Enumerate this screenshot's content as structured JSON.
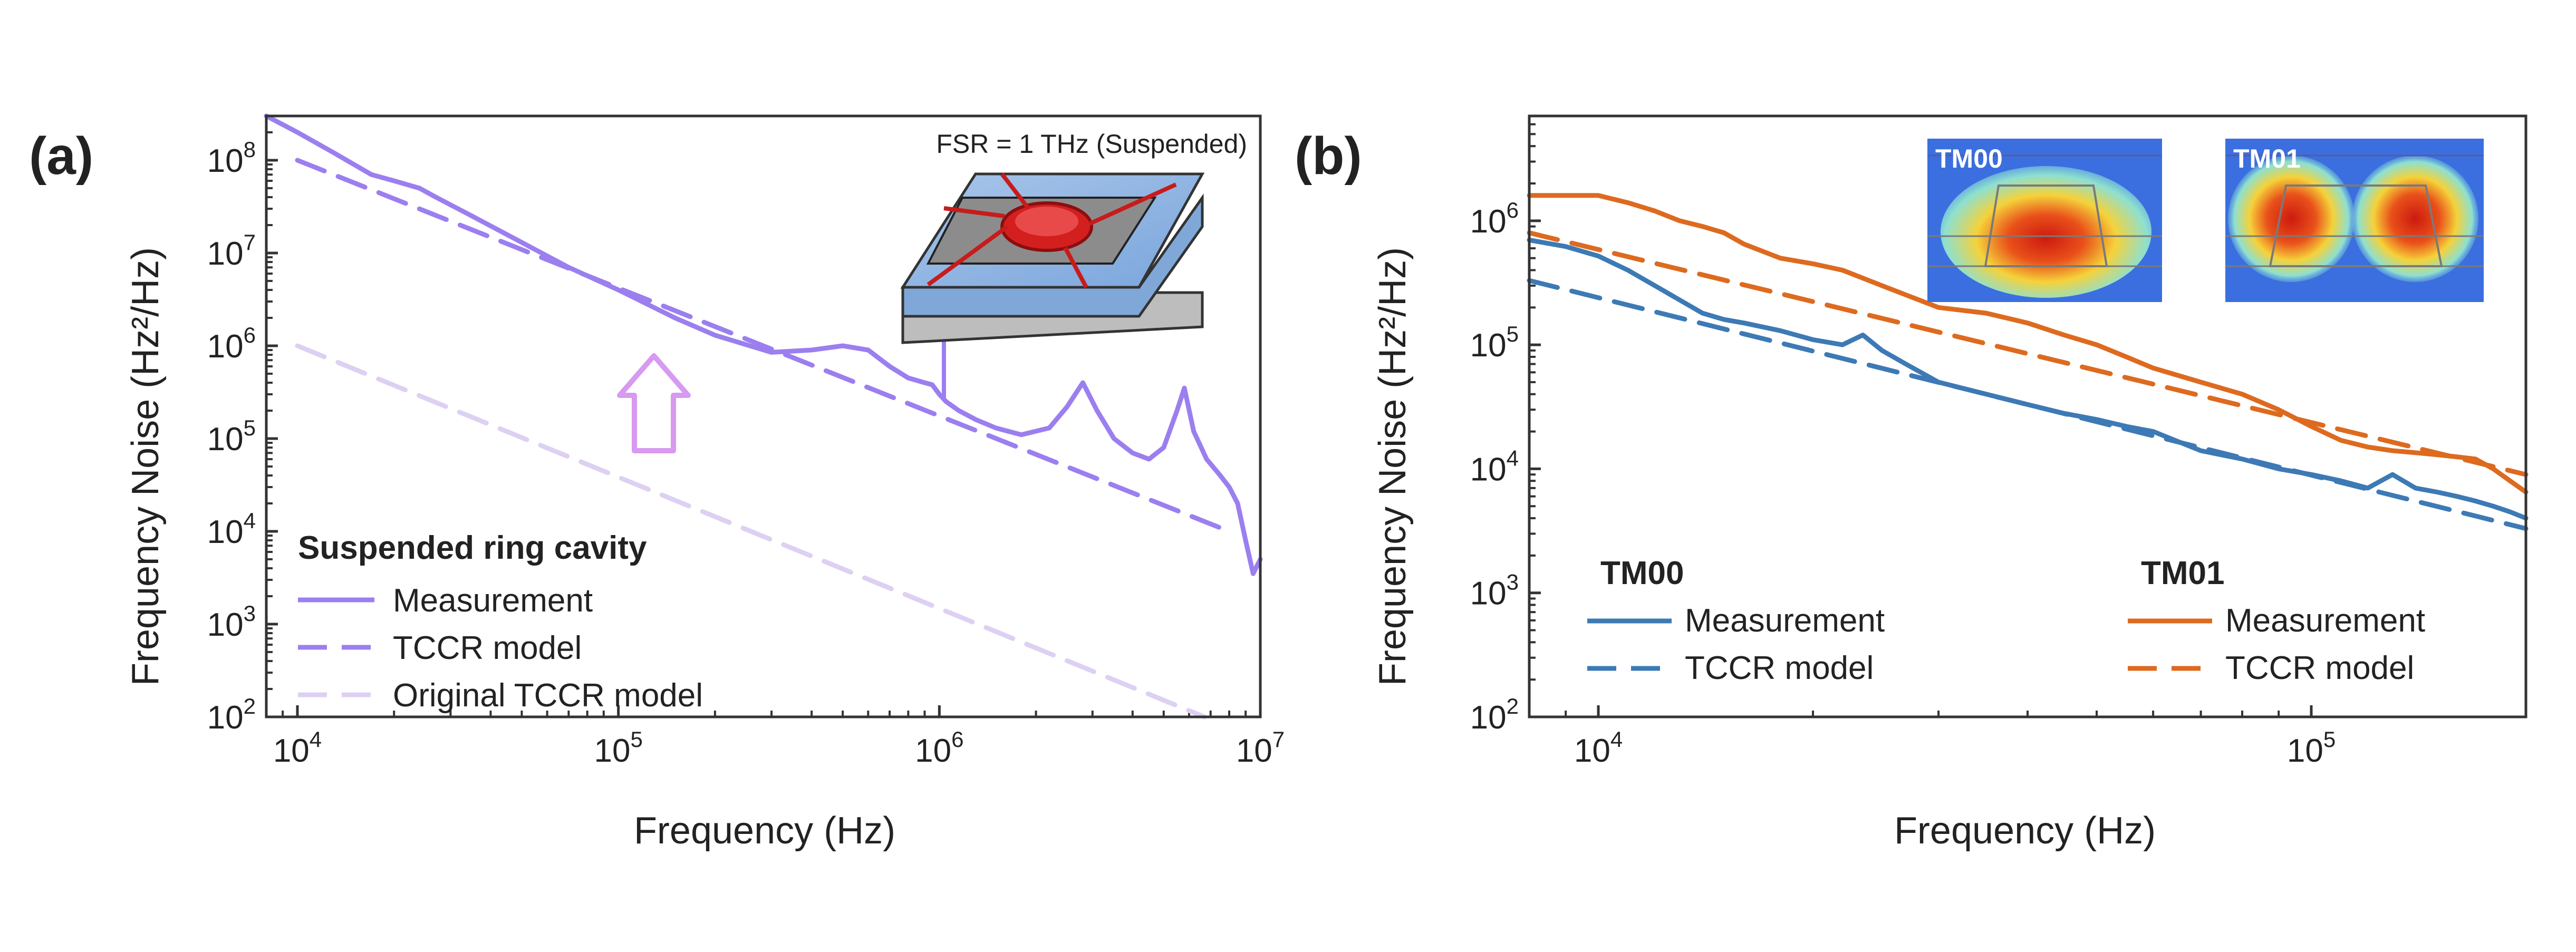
{
  "chart_data": [
    {
      "panel_label": "(a)",
      "type": "line",
      "x_scale": "log",
      "y_scale": "log",
      "xlim": [
        8000,
        10000000
      ],
      "ylim": [
        100,
        300000000
      ],
      "xlabel": "Frequency (Hz)",
      "ylabel": "Frequency Noise (Hz²/Hz)",
      "x_ticks": [
        10000,
        100000,
        1000000,
        10000000
      ],
      "x_tick_labels": [
        {
          "base": "10",
          "exp": "4"
        },
        {
          "base": "10",
          "exp": "5"
        },
        {
          "base": "10",
          "exp": "6"
        },
        {
          "base": "10",
          "exp": "7"
        }
      ],
      "y_ticks": [
        100,
        1000,
        10000,
        100000,
        1000000,
        10000000,
        100000000
      ],
      "y_tick_labels": [
        {
          "base": "10",
          "exp": "2"
        },
        {
          "base": "10",
          "exp": "3"
        },
        {
          "base": "10",
          "exp": "4"
        },
        {
          "base": "10",
          "exp": "5"
        },
        {
          "base": "10",
          "exp": "6"
        },
        {
          "base": "10",
          "exp": "7"
        },
        {
          "base": "10",
          "exp": "8"
        }
      ],
      "grid": false,
      "annotation": "FSR = 1 THz (Suspended)",
      "legend_title": "Suspended ring cavity",
      "legend_position": "bottom-left",
      "series": [
        {
          "name": "Measurement",
          "style": "solid",
          "color": "#9b7fef",
          "x": [
            8000,
            10000,
            13000,
            17000,
            20000,
            24000,
            27000,
            35000,
            50000,
            70000,
            100000,
            150000,
            200000,
            300000,
            400000,
            500000,
            600000,
            700000,
            800000,
            900000,
            950000,
            1000000,
            1050000,
            1150000,
            1300000,
            1500000,
            1800000,
            2200000,
            2500000,
            2800000,
            3100000,
            3500000,
            4000000,
            4500000,
            5000000,
            5500000,
            5800000,
            6200000,
            6800000,
            7500000,
            8000000,
            8500000,
            9000000,
            9500000,
            10000000
          ],
          "y": [
            300000000,
            200000000,
            120000000,
            70000000,
            60000000,
            50000000,
            40000000,
            25000000,
            13000000,
            7000000,
            4000000,
            2000000,
            1300000,
            850000,
            900000,
            1000000,
            900000,
            600000,
            450000,
            400000,
            380000,
            300000,
            250000,
            200000,
            160000,
            130000,
            110000,
            130000,
            220000,
            400000,
            200000,
            100000,
            70000,
            60000,
            80000,
            200000,
            350000,
            120000,
            60000,
            40000,
            30000,
            20000,
            8000,
            3500,
            5000
          ]
        },
        {
          "name": "TCCR model",
          "style": "dashed",
          "color": "#9b7fef",
          "x": [
            10000,
            8000000
          ],
          "y": [
            100000000,
            10000
          ]
        },
        {
          "name": "Original TCCR model",
          "style": "dashed",
          "color": "#ddd0f2",
          "x": [
            10000,
            6700000
          ],
          "y": [
            1000000,
            100
          ]
        }
      ]
    },
    {
      "panel_label": "(b)",
      "type": "line",
      "x_scale": "log",
      "y_scale": "log",
      "xlim": [
        8000,
        200000
      ],
      "ylim": [
        100,
        7000000
      ],
      "xlabel": "Frequency (Hz)",
      "ylabel": "Frequency Noise (Hz²/Hz)",
      "x_ticks": [
        10000,
        100000
      ],
      "x_tick_labels": [
        {
          "base": "10",
          "exp": "4"
        },
        {
          "base": "10",
          "exp": "5"
        }
      ],
      "y_ticks": [
        100,
        1000,
        10000,
        100000,
        1000000
      ],
      "y_tick_labels": [
        {
          "base": "10",
          "exp": "2"
        },
        {
          "base": "10",
          "exp": "3"
        },
        {
          "base": "10",
          "exp": "4"
        },
        {
          "base": "10",
          "exp": "5"
        },
        {
          "base": "10",
          "exp": "6"
        }
      ],
      "grid": false,
      "legend_groups": [
        {
          "title": "TM00",
          "position": "bottom-left"
        },
        {
          "title": "TM01",
          "position": "bottom-right"
        }
      ],
      "inset_labels": [
        "TM00",
        "TM01"
      ],
      "series": [
        {
          "name": "Measurement",
          "group": "TM00",
          "style": "solid",
          "color": "#3d7ab5",
          "x": [
            8000,
            9000,
            10000,
            11000,
            12000,
            13000,
            14000,
            15000,
            16000,
            18000,
            20000,
            22000,
            23500,
            25000,
            27000,
            30000,
            35000,
            40000,
            45000,
            50000,
            55000,
            60000,
            70000,
            80000,
            90000,
            100000,
            110000,
            120000,
            130000,
            140000,
            150000,
            160000,
            170000,
            180000,
            190000,
            200000
          ],
          "y": [
            700000,
            620000,
            520000,
            400000,
            300000,
            230000,
            180000,
            160000,
            150000,
            130000,
            110000,
            100000,
            120000,
            90000,
            70000,
            50000,
            40000,
            33000,
            28000,
            25000,
            22000,
            20000,
            14000,
            12000,
            10000,
            9000,
            8000,
            7000,
            9000,
            7000,
            6500,
            6000,
            5500,
            5000,
            4500,
            4000
          ]
        },
        {
          "name": "TCCR model",
          "group": "TM00",
          "style": "dashed",
          "color": "#3d7ab5",
          "x": [
            8000,
            200000
          ],
          "y": [
            330000,
            3300
          ]
        },
        {
          "name": "Measurement",
          "group": "TM01",
          "style": "solid",
          "color": "#dd6a1f",
          "x": [
            8000,
            10000,
            11000,
            12000,
            13000,
            14000,
            15000,
            16000,
            18000,
            20000,
            22000,
            25000,
            30000,
            35000,
            40000,
            45000,
            50000,
            55000,
            60000,
            70000,
            80000,
            90000,
            100000,
            110000,
            120000,
            130000,
            140000,
            150000,
            160000,
            170000,
            180000,
            190000,
            200000
          ],
          "y": [
            1600000,
            1600000,
            1400000,
            1200000,
            1000000,
            900000,
            800000,
            650000,
            500000,
            450000,
            400000,
            300000,
            200000,
            180000,
            150000,
            120000,
            100000,
            80000,
            65000,
            50000,
            40000,
            30000,
            22000,
            17000,
            15000,
            14000,
            13500,
            13000,
            12500,
            12000,
            10000,
            8000,
            6500
          ]
        },
        {
          "name": "TCCR model",
          "group": "TM01",
          "style": "dashed",
          "color": "#dd6a1f",
          "x": [
            8000,
            200000
          ],
          "y": [
            800000,
            9000
          ]
        }
      ]
    }
  ]
}
